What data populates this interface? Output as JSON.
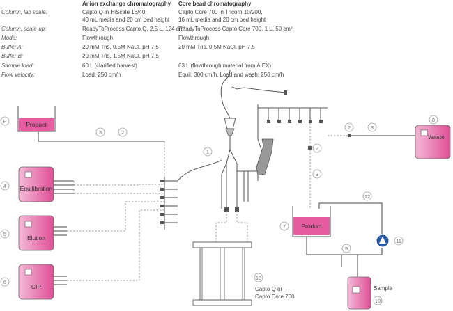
{
  "table": {
    "col1_header": "Anion exchange chromatography",
    "col2_header": "Core bead chromatography",
    "rows": [
      {
        "label": "Column, lab scale:",
        "c1": [
          "Capto Q in HiScale 16/40,",
          "40 mL media and 20 cm bed height"
        ],
        "c2": [
          "Capto Core 700 in Tricorn 10/200,",
          "16 mL media and 20 cm bed height"
        ]
      },
      {
        "label": "Column, scale-up:",
        "c1": [
          "ReadyToProcess Capto Q, 2.5 L, 124 cm²"
        ],
        "c2": [
          "ReadyToProcess Capto Core 700, 1 L, 50 cm²"
        ]
      },
      {
        "label": "Mode:",
        "c1": [
          "Flowthrough"
        ],
        "c2": [
          "Flowthrough"
        ]
      },
      {
        "label": "Buffer A:",
        "c1": [
          "20 mM Tris, 0.5M NaCl, pH 7.5"
        ],
        "c2": [
          "20 mM Tris, 0.5M NaCl, pH 7.5"
        ]
      },
      {
        "label": "Buffer B:",
        "c1": [
          "20 mM Tris, 1.5M NaCl, pH 7.5"
        ],
        "c2": [
          ""
        ]
      },
      {
        "label": "Sample load:",
        "c1": [
          "60 L (clarified harvest)"
        ],
        "c2": [
          "63 L (flowthrough material from AIEX)"
        ]
      },
      {
        "label": "Flow velocity:",
        "c1": [
          "Load: 250 cm/h"
        ],
        "c2": [
          "Equil: 300 cm/h. Load and wash: 250 cm/h"
        ]
      }
    ]
  },
  "vessels": {
    "product_top": "Product",
    "equilibration": "Equilibration",
    "elution": "Elution",
    "cip": "CIP",
    "waste": "Waste",
    "product_recirc": "Product",
    "sample": "Sample"
  },
  "markers": {
    "p": "P",
    "n1": "1",
    "n2": "2",
    "n3": "3",
    "n4": "4",
    "n5": "5",
    "n6": "6",
    "n7": "7",
    "n8": "8",
    "n9": "9",
    "n10": "10",
    "n11": "11",
    "n12": "12",
    "n13": "13"
  },
  "column_label": [
    "Capto Q or",
    "Capto Core 700"
  ],
  "colors": {
    "accent": "#e75ba0",
    "pump": "#2a5caa",
    "line": "#555555",
    "dashed": "#999999"
  }
}
